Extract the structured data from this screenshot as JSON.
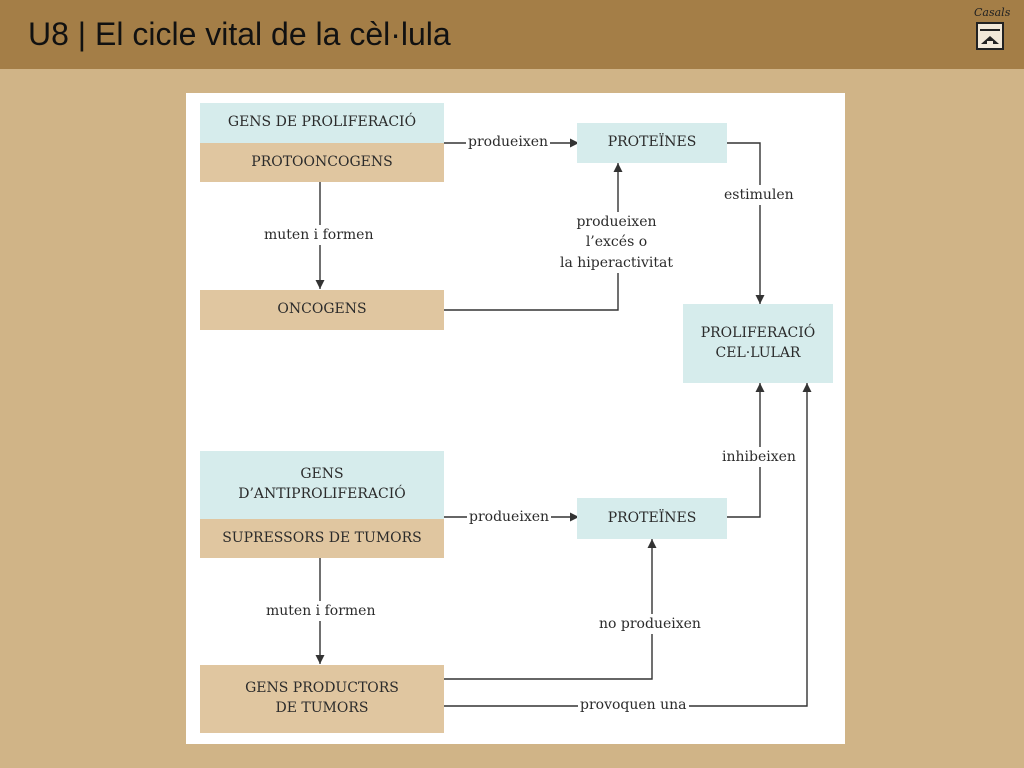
{
  "header": {
    "title": "U8 | El cicle vital de la cèl·lula",
    "logo_text": "Casals"
  },
  "diagram": {
    "nodes": {
      "gens_prolif": "GENS DE PROLIFERACIÓ",
      "protooncogens": "PROTOONCOGENS",
      "oncogens": "ONCOGENS",
      "proteines_top": "PROTEÏNES",
      "prolif_cel_line1": "PROLIFERACIÓ",
      "prolif_cel_line2": "CEL·LULAR",
      "gens_antiprolif_line1": "GENS",
      "gens_antiprolif_line2": "D’ANTIPROLIFERACIÓ",
      "supressors": "SUPRESSORS DE TUMORS",
      "proteines_bottom": "PROTEÏNES",
      "gens_productors_line1": "GENS PRODUCTORS",
      "gens_productors_line2": "DE TUMORS"
    },
    "edges": {
      "produeixen_top": "produeixen",
      "muten_top": "muten i formen",
      "exces_line1": "produeixen",
      "exces_line2": "l’excés o",
      "exces_line3": "la hiperactivitat",
      "estimulen": "estimulen",
      "inhibeixen": "inhibeixen",
      "produeixen_bottom": "produeixen",
      "muten_bottom": "muten i formen",
      "no_produeixen": "no produeixen",
      "provoquen": "provoquen una"
    }
  }
}
